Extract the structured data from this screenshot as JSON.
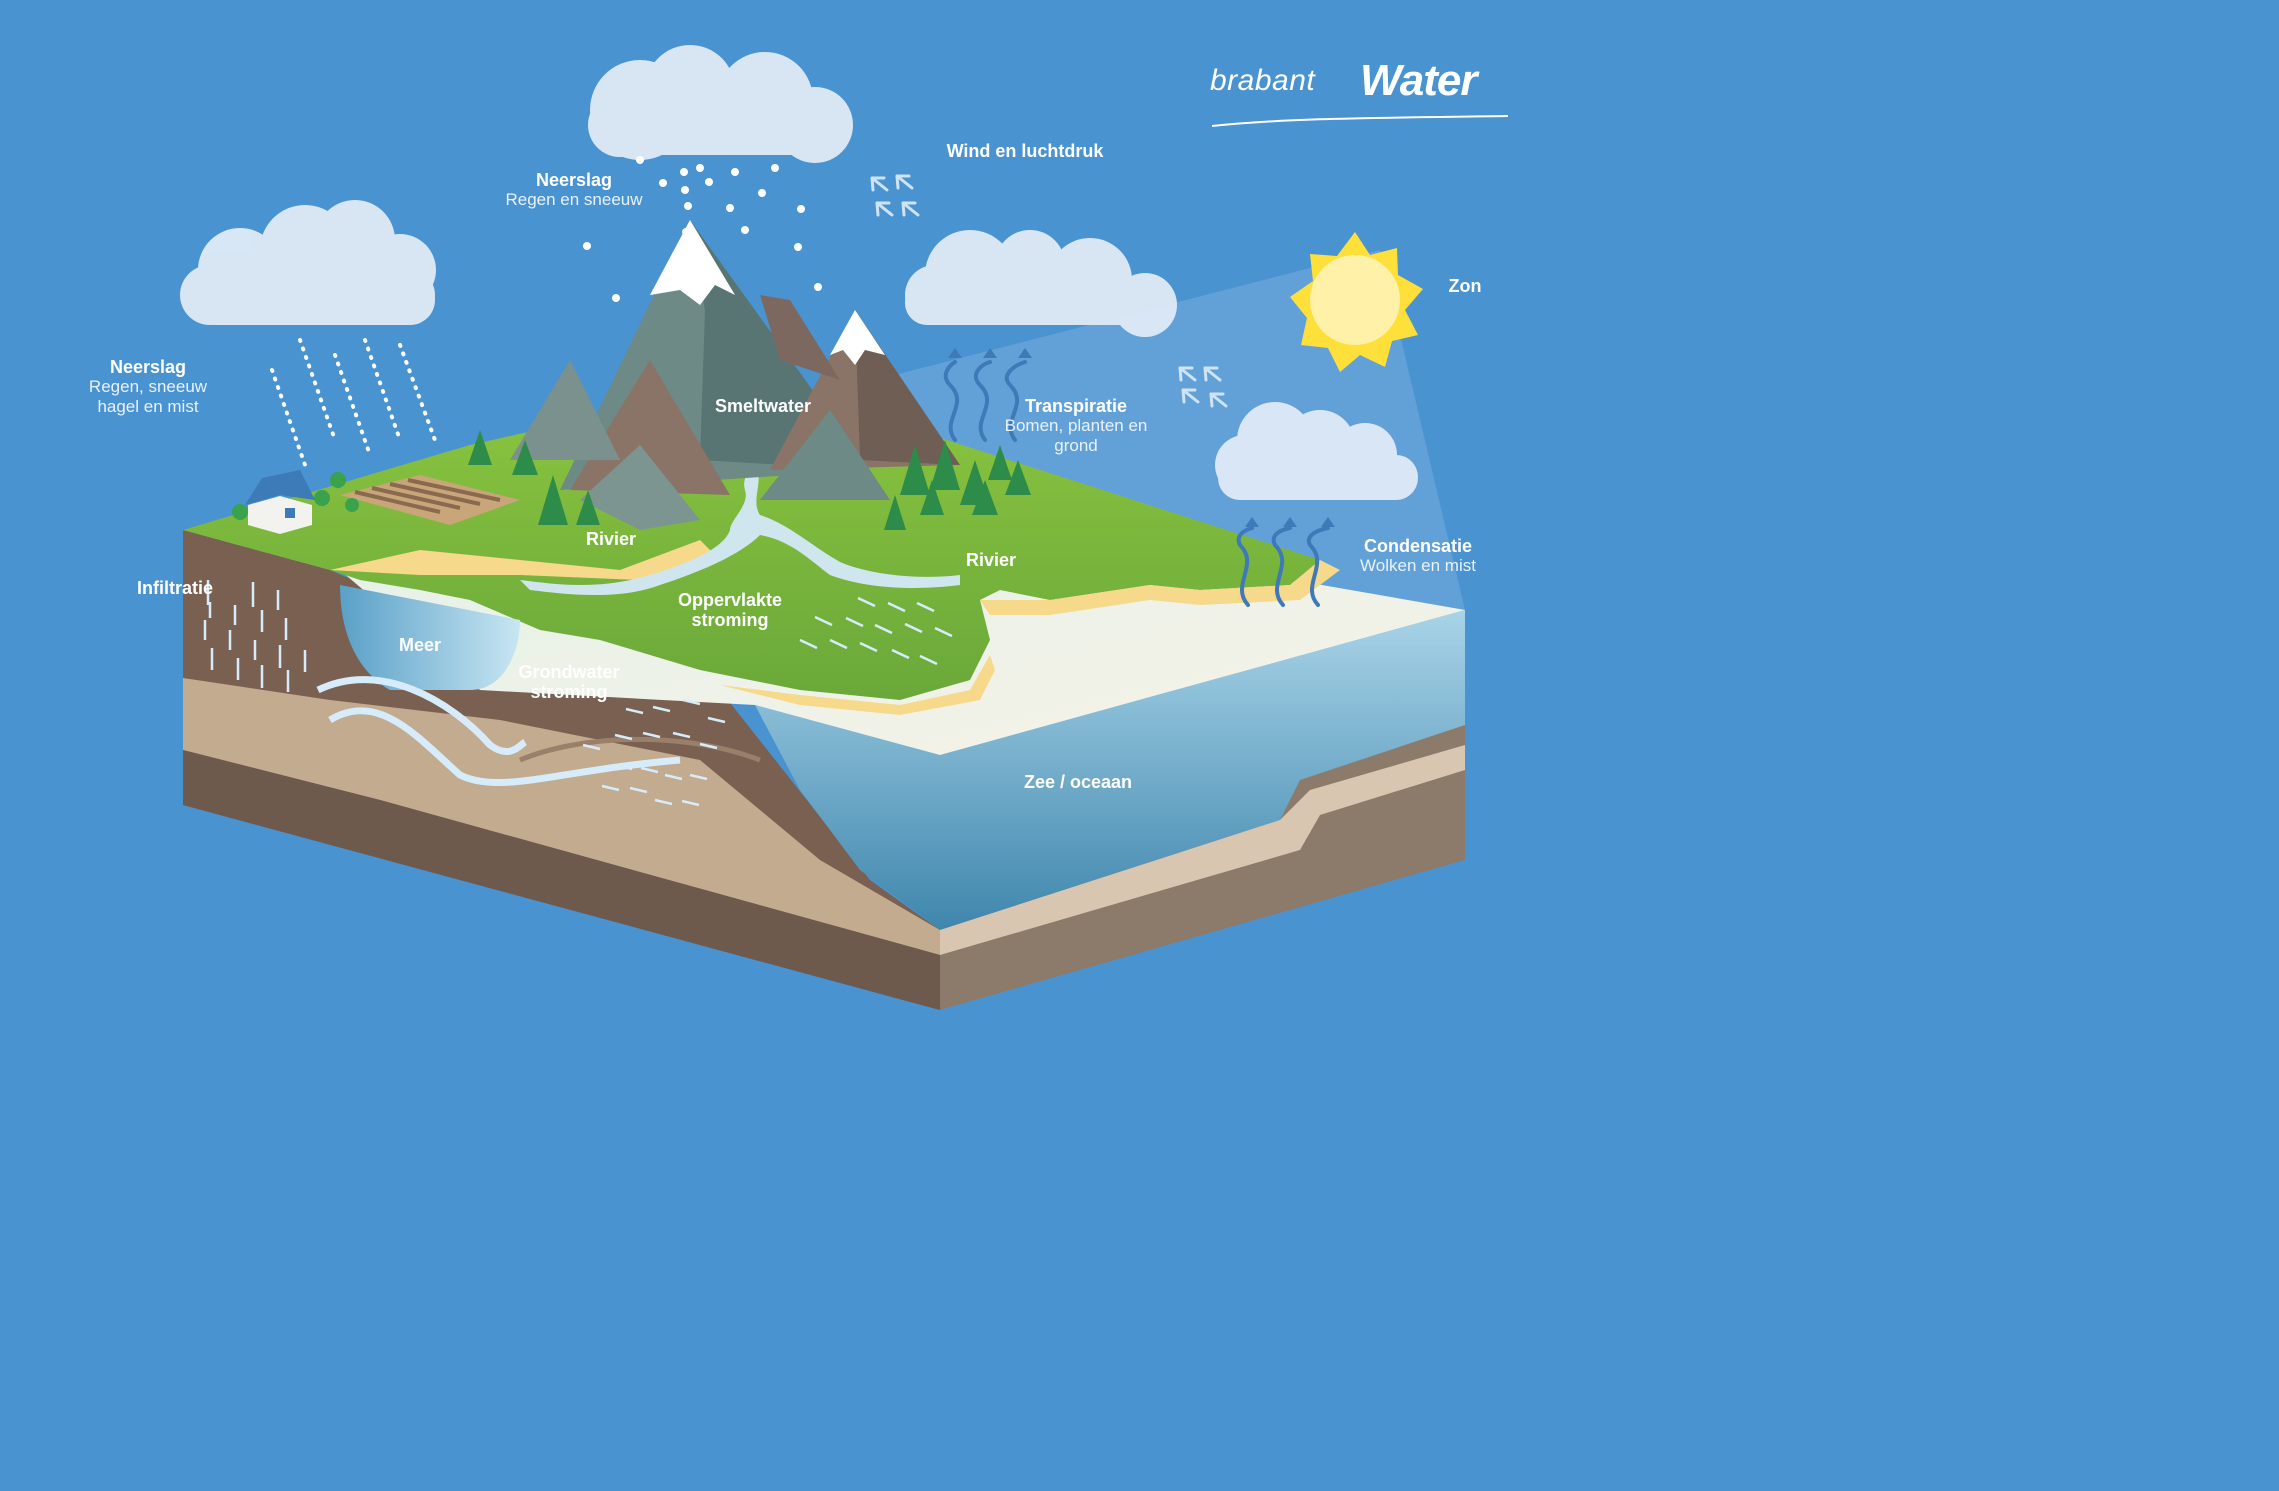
{
  "logo": {
    "brand_part1": "brabant",
    "brand_part2": "Water"
  },
  "labels": {
    "neerslag_top": {
      "title": "Neerslag",
      "sub": "Regen en sneeuw"
    },
    "neerslag_left": {
      "title": "Neerslag",
      "sub1": "Regen, sneeuw",
      "sub2": "hagel en mist"
    },
    "wind": {
      "title": "Wind en luchtdruk"
    },
    "zon": {
      "title": "Zon"
    },
    "smeltwater": {
      "title": "Smeltwater"
    },
    "transpiratie": {
      "title": "Transpiratie",
      "sub1": "Bomen, planten en",
      "sub2": "grond"
    },
    "condensatie": {
      "title": "Condensatie",
      "sub": "Wolken en mist"
    },
    "rivier_left": {
      "title": "Rivier"
    },
    "rivier_right": {
      "title": "Rivier"
    },
    "infiltratie": {
      "title": "Infiltratie"
    },
    "meer": {
      "title": "Meer"
    },
    "oppervlakte": {
      "title1": "Oppervlakte",
      "title2": "stroming"
    },
    "grondwater": {
      "title1": "Grondwater",
      "title2": "stroming"
    },
    "zee": {
      "title": "Zee / oceaan"
    }
  },
  "colors": {
    "sky": "#4a93d1",
    "grass": "#6db83f",
    "sand": "#f6d98a",
    "water": "#cfe6ee",
    "sea_side": "#5fa4c8",
    "soil": "#7a6051",
    "soil_light": "#c2ab8e",
    "mountain": "#6d8a86",
    "snow": "#ffffff",
    "sun": "#ffe03a",
    "arrow": "#d6ecfb"
  },
  "icons": [
    "cloud-icon",
    "sun-icon",
    "house-icon",
    "tree-icon",
    "mountain-icon",
    "wind-arrow-icon",
    "evaporation-arrow-icon",
    "flow-arrow-icon"
  ]
}
